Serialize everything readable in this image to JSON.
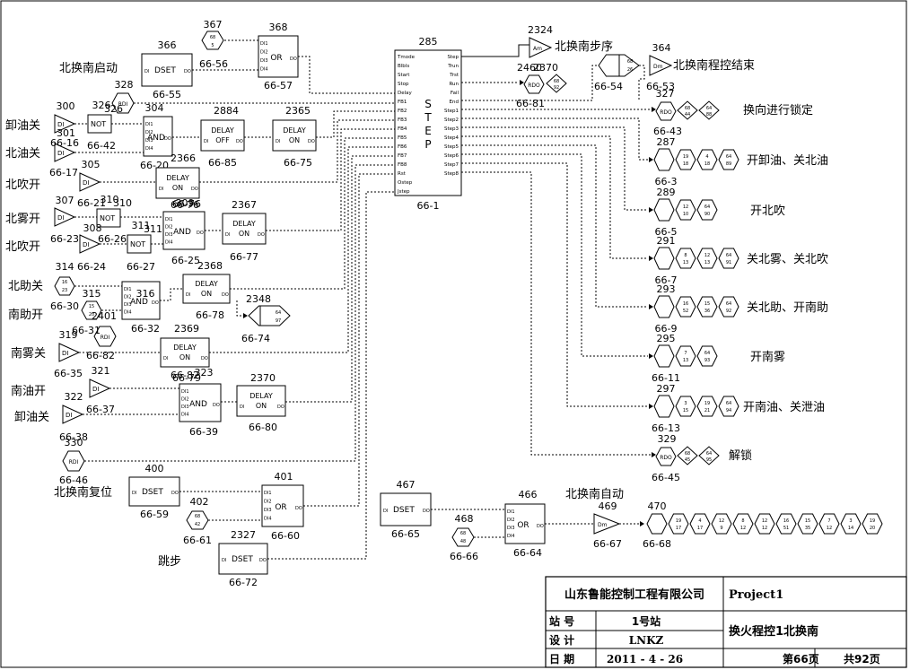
{
  "labels": {
    "bei_huan_nan_qidong": "北换南启动",
    "xie_you_guan": "卸油关",
    "bei_you_guan": "北油关",
    "bei_chui_kai_1": "北吹开",
    "bei_wu_kai": "北雾开",
    "bei_chui_kai_2": "北吹开",
    "bei_zhu_guan": "北助关",
    "nan_zhu_kai": "南助开",
    "nan_wu_guan": "南雾关",
    "nan_you_kai": "南油开",
    "xie_you_guan_2": "卸油关",
    "bei_huan_nan_fuwei": "北换南复位",
    "tiao_bu": "跳步",
    "bei_huan_nan_buxu": "北换南步序",
    "bei_huan_nan_chengkong_jieshu": "北换南程控结束",
    "huanxiang_suoding": "换向进行锁定",
    "out_1": "开卸油、关北油",
    "out_2": "开北吹",
    "out_3": "关北雾、关北吹",
    "out_4": "关北助、开南助",
    "out_5": "开南雾",
    "out_6": "开南油、关泄油",
    "jie_suo": "解锁",
    "bei_huan_nan_zidong": "北换南自动"
  },
  "blocks": {
    "dset_366": {
      "num": "366",
      "type": "DSET",
      "id": "66-55"
    },
    "hex_367": {
      "num": "367",
      "v1": "68",
      "v2": "5",
      "id": "66-56"
    },
    "or_368": {
      "num": "368",
      "type": "OR",
      "id": "66-57"
    },
    "di_300": {
      "num": "300",
      "type": "DI"
    },
    "not_326": {
      "num": "326",
      "type": "NOT",
      "id": "66-42"
    },
    "rdi_328": {
      "num": "328",
      "type": "RDI"
    },
    "di_301": {
      "num": "301",
      "type": "DI",
      "id": "66-16"
    },
    "and_304": {
      "num": "304",
      "type": "AND",
      "id": "66-20"
    },
    "delay_2884": {
      "num": "2884",
      "type": "DELAY",
      "mode": "OFF",
      "id": "66-85"
    },
    "delay_2365": {
      "num": "2365",
      "type": "DELAY",
      "mode": "ON",
      "id": "66-75"
    },
    "di_305": {
      "num": "305",
      "type": "DI",
      "id": "66-17"
    },
    "delay_2366": {
      "num": "2366",
      "type": "DELAY",
      "mode": "ON"
    },
    "di_307": {
      "num": "307",
      "type": "DI",
      "id": "66-21"
    },
    "not_310": {
      "num": "310",
      "type": "NOT"
    },
    "and_309": {
      "num": "309",
      "type": "AND",
      "id": "66-76"
    },
    "delay_2367": {
      "num": "2367",
      "type": "DELAY",
      "mode": "ON",
      "id": "66-77"
    },
    "di_308": {
      "num": "308",
      "type": "DI",
      "id": "66-23"
    },
    "not_311": {
      "num": "311",
      "type": "NOT",
      "id": "66-26"
    },
    "blk_66_24": {
      "id": "66-24"
    },
    "blk_66_25": {
      "id": "66-25"
    },
    "blk_66_27": {
      "id": "66-27"
    },
    "hex_314": {
      "num": "314",
      "v1": "16",
      "v2": "23"
    },
    "and_316": {
      "num": "316",
      "type": "AND",
      "id": "66-32"
    },
    "delay_2368": {
      "num": "2368",
      "type": "DELAY",
      "mode": "ON",
      "id": "66-78"
    },
    "hex_315": {
      "num": "315",
      "v1": "15",
      "v2": "20",
      "id": "66-30"
    },
    "rdi_2401": {
      "num": "2401",
      "type": "RDI"
    },
    "hex_2348": {
      "num": "2348",
      "v1": "64",
      "v2": "97",
      "id": "66-74"
    },
    "blk_66_31": {
      "id": "66-31"
    },
    "di_319": {
      "num": "319",
      "type": "DI",
      "id": "66-35"
    },
    "delay_2369": {
      "num": "2369",
      "type": "DELAY",
      "mode": "ON",
      "id": "66-82"
    },
    "di_321": {
      "num": "321",
      "type": "DI"
    },
    "and_323": {
      "num": "323",
      "type": "AND",
      "id": "66-79"
    },
    "delay_2370": {
      "num": "2370",
      "type": "DELAY",
      "mode": "ON",
      "id": "66-80"
    },
    "di_322": {
      "num": "322",
      "type": "DI",
      "id": "66-37"
    },
    "blk_66_38": {
      "id": "66-38"
    },
    "blk_66_39": {
      "id": "66-39"
    },
    "rdi_330": {
      "num": "330",
      "type": "RDI",
      "id": "66-46"
    },
    "dset_400": {
      "num": "400",
      "type": "DSET",
      "id": "66-59"
    },
    "or_401": {
      "num": "401",
      "type": "OR",
      "id": "66-60"
    },
    "hex_402": {
      "num": "402",
      "v1": "68",
      "v2": "42",
      "id": "66-61"
    },
    "dset_2327": {
      "num": "2327",
      "type": "DSET",
      "id": "66-72"
    },
    "step_285": {
      "num": "285",
      "id": "66-1",
      "letters": [
        "S",
        "T",
        "E",
        "P"
      ],
      "inputs": [
        "Tmode",
        "Blbls",
        "Start",
        "Stop",
        "Delay",
        "FB1",
        "FB2",
        "FB3",
        "FB4",
        "FB5",
        "FB6",
        "FB7",
        "FB8",
        "Rst",
        "Ostep",
        "Jstep"
      ],
      "outputs": [
        "Step",
        "Trun",
        "Trst",
        "Run",
        "Fail",
        "End",
        "Step1",
        "Step2",
        "Step3",
        "Step4",
        "Step5",
        "Step6",
        "Step7",
        "Step8"
      ]
    },
    "dm_2324": {
      "num": "2324",
      "type": "Am"
    },
    "rdo_2370": {
      "num": "2370",
      "type": "RDO",
      "v1": "68",
      "v2": "92",
      "id": "66-81"
    },
    "hex_2460": {
      "num": "2460"
    },
    "hex_66_54": {
      "v1": "68",
      "v2": "26",
      "id": "66-54"
    },
    "dm_364": {
      "num": "364",
      "type": "Dm",
      "id": "66-53"
    },
    "rdo_327": {
      "num": "327",
      "type": "RDO",
      "v1": "68",
      "v2": "44",
      "v3": "64",
      "v4": "88",
      "id": "66-43"
    },
    "out_287": {
      "num": "287",
      "vals": [
        "19/18",
        "4/18",
        "64/89"
      ],
      "id": "66-3"
    },
    "out_289": {
      "num": "289",
      "vals": [
        "12/10",
        "64/90"
      ],
      "id": "66-5"
    },
    "out_291": {
      "num": "291",
      "vals": [
        "8/13",
        "12/13",
        "64/91"
      ],
      "id": "66-7"
    },
    "out_293": {
      "num": "293",
      "vals": [
        "16/52",
        "15/36",
        "64/92"
      ],
      "id": "66-9"
    },
    "out_295": {
      "num": "295",
      "vals": [
        "7/13",
        "64/93"
      ],
      "id": "66-11"
    },
    "out_297": {
      "num": "297",
      "vals": [
        "3/15",
        "19/21",
        "64/94"
      ],
      "id": "66-13"
    },
    "rdo_329": {
      "num": "329",
      "type": "RDO",
      "v1": "68",
      "v2": "45",
      "v3": "64",
      "v4": "95",
      "id": "66-45"
    },
    "dset_467": {
      "num": "467",
      "type": "DSET",
      "id": "66-65"
    },
    "hex_468": {
      "num": "468",
      "v1": "68",
      "v2": "48",
      "id": "66-66"
    },
    "or_466": {
      "num": "466",
      "type": "OR",
      "id": "66-64"
    },
    "dm_469": {
      "num": "469",
      "type": "Dm",
      "id": "66-67"
    },
    "out_470": {
      "num": "470",
      "id": "66-68",
      "vals": [
        "19/17",
        "4/17",
        "12/9",
        "8/12",
        "12/12",
        "16/51",
        "15/35",
        "7/12",
        "3/14",
        "19/20"
      ]
    }
  },
  "title_block": {
    "company": "山东鲁能控制工程有限公司",
    "project": "Project1",
    "station_label": "站 号",
    "station_value": "1号站",
    "design_label": "设 计",
    "design_value": "LNKZ",
    "date_label": "日 期",
    "date_value": "2011 -  4 - 26",
    "drawing_title": "换火程控1北换南",
    "page": "第66页",
    "total": "共92页"
  }
}
